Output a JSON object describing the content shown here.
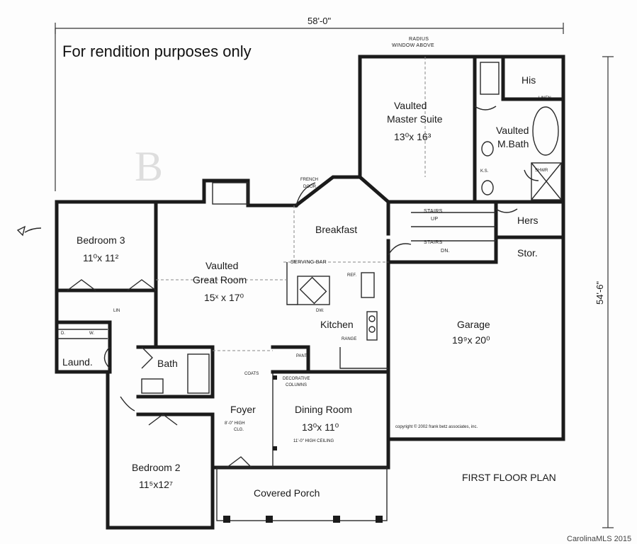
{
  "disclaimer": "For rendition purposes only",
  "plan_title": "FIRST FLOOR PLAN",
  "copyright": "copyright © 2002 frank betz associates, inc.",
  "watermark": "CarolinaMLS 2015",
  "dimensions": {
    "width": "58'-0\"",
    "depth": "54'-6\""
  },
  "notes": {
    "radius_window_1": "RADIUS",
    "radius_window_2": "WINDOW ABOVE",
    "french_door_1": "FRENCH",
    "french_door_2": "DOOR",
    "serving_bar": "SERVING BAR",
    "ref": "REF.",
    "dw": "DW.",
    "range": "RANGE",
    "pant": "PANT",
    "coats": "COATS",
    "decorative_columns_1": "DECORATIVE",
    "decorative_columns_2": "COLUMNS",
    "stairs_up_1": "STAIRS",
    "stairs_up_2": "UP",
    "stairs_dn_1": "STAIRS",
    "stairs_dn_2": "DN.",
    "linen": "LINEN",
    "lin": "LIN",
    "shwr": "SHWR",
    "ks": "K.S.",
    "d": "D.",
    "w": "W."
  },
  "rooms": {
    "master_suite": {
      "name_1": "Vaulted",
      "name_2": "Master Suite",
      "size": "13⁰x 16³"
    },
    "master_bath": {
      "name_1": "Vaulted",
      "name_2": "M.Bath"
    },
    "his": {
      "name": "His"
    },
    "hers": {
      "name": "Hers"
    },
    "bedroom3": {
      "name": "Bedroom 3",
      "size": "11⁰x 11²"
    },
    "great_room": {
      "name_1": "Vaulted",
      "name_2": "Great Room",
      "size": "15ˣ x 17⁰"
    },
    "breakfast": {
      "name": "Breakfast"
    },
    "kitchen": {
      "name": "Kitchen"
    },
    "garage": {
      "name": "Garage",
      "size": "19⁹x 20⁰"
    },
    "storage": {
      "name": "Stor."
    },
    "laundry": {
      "name": "Laund."
    },
    "bath": {
      "name": "Bath"
    },
    "foyer": {
      "name": "Foyer",
      "note_1": "8'-0\" HIGH",
      "note_2": "CLG."
    },
    "dining": {
      "name": "Dining Room",
      "size": "13⁰x 11⁰",
      "note": "11'-0\" HIGH CEILING"
    },
    "bedroom2": {
      "name": "Bedroom 2",
      "size": "11⁵x12⁷"
    },
    "porch": {
      "name": "Covered Porch"
    }
  }
}
